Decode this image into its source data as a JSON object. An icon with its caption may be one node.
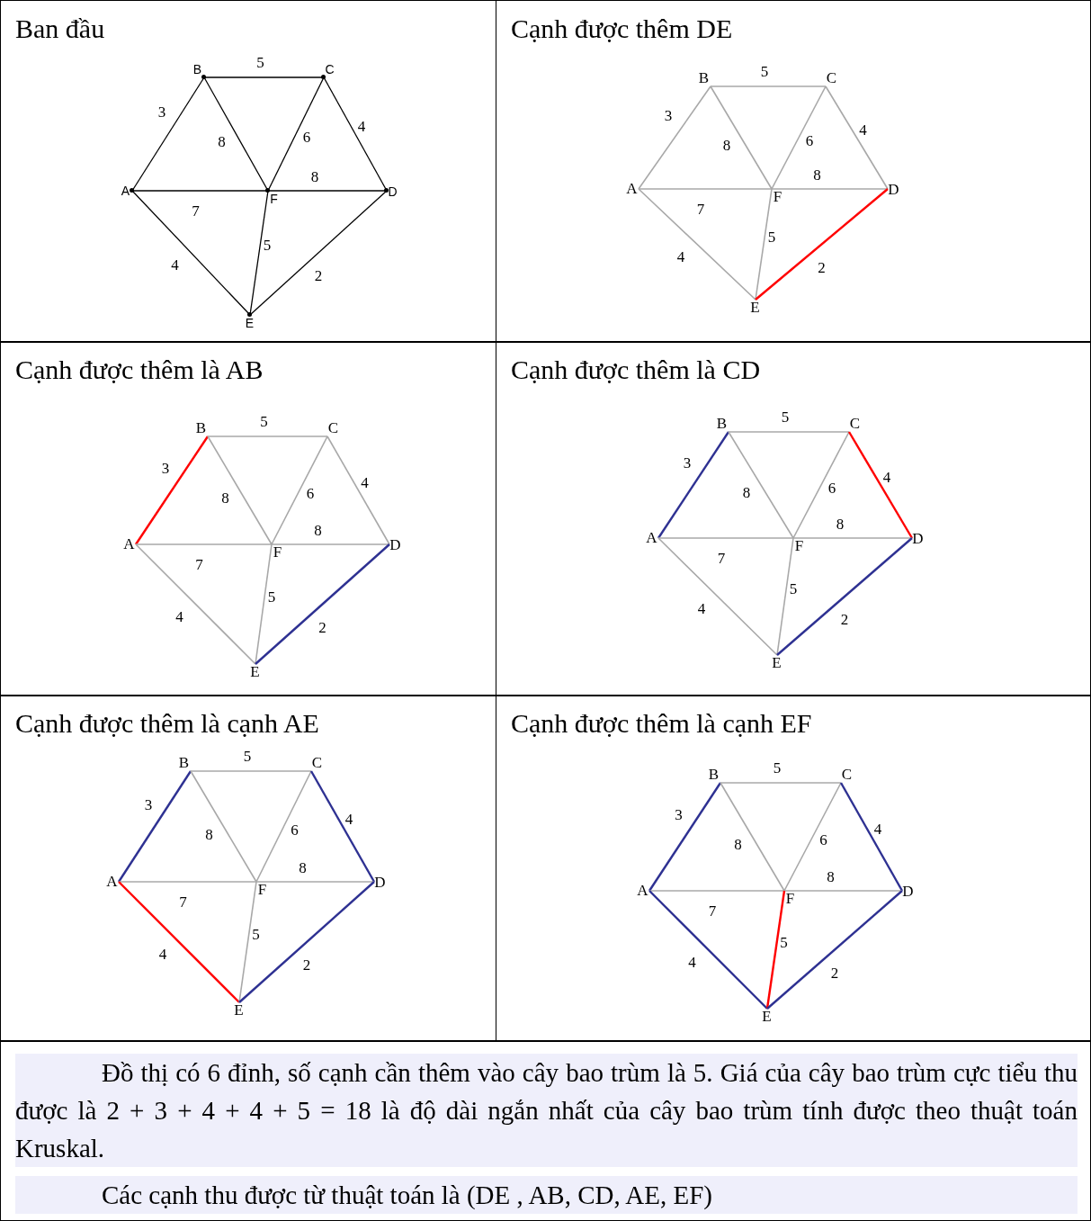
{
  "diagram": {
    "nodes": [
      {
        "text": [
          "Ban đầu"
        ]
      },
      {
        "text": [
          "B"
        ],
        "in": 0
      },
      {
        "text": [
          "C"
        ],
        "in": 0
      },
      {
        "text": [
          "A"
        ],
        "in": 0
      },
      {
        "text": [
          "F"
        ],
        "in": 0
      },
      {
        "text": [
          "D"
        ],
        "in": 0
      },
      {
        "text": [
          "E"
        ],
        "in": 0
      },
      {
        "text": [
          "Cạnh được thêm DE"
        ]
      },
      {
        "text": [
          "B"
        ],
        "in": 7
      },
      {
        "text": [
          "C"
        ],
        "in": 7
      },
      {
        "text": [
          "A"
        ],
        "in": 7
      },
      {
        "text": [
          "F"
        ],
        "in": 7
      },
      {
        "text": [
          "D"
        ],
        "in": 7
      },
      {
        "text": [
          "E"
        ],
        "in": 7
      },
      {
        "text": [
          "Cạnh được thêm là AB"
        ]
      },
      {
        "text": [
          "B"
        ],
        "in": 14
      },
      {
        "text": [
          "C"
        ],
        "in": 14
      },
      {
        "text": [
          "A"
        ],
        "in": 14
      },
      {
        "text": [
          "F"
        ],
        "in": 14
      },
      {
        "text": [
          "D"
        ],
        "in": 14
      },
      {
        "text": [
          "E"
        ],
        "in": 14
      },
      {
        "text": [
          "Cạnh được thêm là CD"
        ]
      },
      {
        "text": [
          "B"
        ],
        "in": 21
      },
      {
        "text": [
          "C"
        ],
        "in": 21
      },
      {
        "text": [
          "A"
        ],
        "in": 21
      },
      {
        "text": [
          "F"
        ],
        "in": 21
      },
      {
        "text": [
          "D"
        ],
        "in": 21
      },
      {
        "text": [
          "E"
        ],
        "in": 21
      },
      {
        "text": [
          "Cạnh được thêm là cạnh AE"
        ]
      },
      {
        "text": [
          "B"
        ],
        "in": 28
      },
      {
        "text": [
          "C"
        ],
        "in": 28
      },
      {
        "text": [
          "A"
        ],
        "in": 28
      },
      {
        "text": [
          "F"
        ],
        "in": 28
      },
      {
        "text": [
          "D"
        ],
        "in": 28
      },
      {
        "text": [
          "E"
        ],
        "in": 28
      },
      {
        "text": [
          "Cạnh được thêm là cạnh EF"
        ]
      },
      {
        "text": [
          "B"
        ],
        "in": 35
      },
      {
        "text": [
          "C"
        ],
        "in": 35
      },
      {
        "text": [
          "A"
        ],
        "in": 35
      },
      {
        "text": [
          "F"
        ],
        "in": 35
      },
      {
        "text": [
          "D"
        ],
        "in": 35
      },
      {
        "text": [
          "E"
        ],
        "in": 35
      }
    ],
    "edges": [
      {
        "from": 3,
        "to": 1,
        "arrow": "none",
        "label": "3",
        "color": "#000000"
      },
      {
        "from": 1,
        "to": 2,
        "arrow": "none",
        "label": "5",
        "color": "#000000"
      },
      {
        "from": 1,
        "to": 4,
        "arrow": "none",
        "label": "8",
        "color": "#000000"
      },
      {
        "from": 2,
        "to": 4,
        "arrow": "none",
        "label": "6",
        "color": "#000000"
      },
      {
        "from": 2,
        "to": 5,
        "arrow": "none",
        "label": "4",
        "color": "#000000"
      },
      {
        "from": 3,
        "to": 4,
        "arrow": "none",
        "label": "7",
        "color": "#000000"
      },
      {
        "from": 4,
        "to": 5,
        "arrow": "none",
        "label": "8",
        "color": "#000000"
      },
      {
        "from": 3,
        "to": 6,
        "arrow": "none",
        "label": "4",
        "color": "#000000"
      },
      {
        "from": 4,
        "to": 6,
        "arrow": "none",
        "label": "5",
        "color": "#000000"
      },
      {
        "from": 6,
        "to": 5,
        "arrow": "none",
        "label": "2",
        "color": "#000000"
      },
      {
        "from": 10,
        "to": 8,
        "arrow": "none",
        "label": "3"
      },
      {
        "from": 8,
        "to": 9,
        "arrow": "none",
        "label": "5"
      },
      {
        "from": 8,
        "to": 11,
        "arrow": "none",
        "label": "8"
      },
      {
        "from": 9,
        "to": 11,
        "arrow": "none",
        "label": "6"
      },
      {
        "from": 9,
        "to": 12,
        "arrow": "none",
        "label": "4"
      },
      {
        "from": 10,
        "to": 11,
        "arrow": "none",
        "label": "7"
      },
      {
        "from": 11,
        "to": 12,
        "arrow": "none",
        "label": "8"
      },
      {
        "from": 10,
        "to": 13,
        "arrow": "none",
        "label": "4"
      },
      {
        "from": 11,
        "to": 13,
        "arrow": "none",
        "label": "5"
      },
      {
        "from": 13,
        "to": 12,
        "arrow": "none",
        "label": "2",
        "color": "#ff0000"
      },
      {
        "from": 17,
        "to": 15,
        "arrow": "none",
        "label": "3",
        "color": "#ff0000"
      },
      {
        "from": 15,
        "to": 16,
        "arrow": "none",
        "label": "5"
      },
      {
        "from": 15,
        "to": 18,
        "arrow": "none",
        "label": "8"
      },
      {
        "from": 16,
        "to": 18,
        "arrow": "none",
        "label": "6"
      },
      {
        "from": 16,
        "to": 19,
        "arrow": "none",
        "label": "4"
      },
      {
        "from": 17,
        "to": 18,
        "arrow": "none",
        "label": "7"
      },
      {
        "from": 18,
        "to": 19,
        "arrow": "none",
        "label": "8"
      },
      {
        "from": 17,
        "to": 20,
        "arrow": "none",
        "label": "4"
      },
      {
        "from": 18,
        "to": 20,
        "arrow": "none",
        "label": "5"
      },
      {
        "from": 20,
        "to": 19,
        "arrow": "none",
        "label": "2",
        "color": "#2e3192"
      },
      {
        "from": 24,
        "to": 22,
        "arrow": "none",
        "label": "3",
        "color": "#2e3192"
      },
      {
        "from": 22,
        "to": 23,
        "arrow": "none",
        "label": "5"
      },
      {
        "from": 22,
        "to": 25,
        "arrow": "none",
        "label": "8"
      },
      {
        "from": 23,
        "to": 25,
        "arrow": "none",
        "label": "6"
      },
      {
        "from": 23,
        "to": 26,
        "arrow": "none",
        "label": "4",
        "color": "#ff0000"
      },
      {
        "from": 24,
        "to": 25,
        "arrow": "none",
        "label": "7"
      },
      {
        "from": 25,
        "to": 26,
        "arrow": "none",
        "label": "8"
      },
      {
        "from": 24,
        "to": 27,
        "arrow": "none",
        "label": "4"
      },
      {
        "from": 25,
        "to": 27,
        "arrow": "none",
        "label": "5"
      },
      {
        "from": 27,
        "to": 26,
        "arrow": "none",
        "label": "2",
        "color": "#2e3192"
      },
      {
        "from": 31,
        "to": 29,
        "arrow": "none",
        "label": "3",
        "color": "#2e3192"
      },
      {
        "from": 29,
        "to": 30,
        "arrow": "none",
        "label": "5"
      },
      {
        "from": 29,
        "to": 32,
        "arrow": "none",
        "label": "8"
      },
      {
        "from": 30,
        "to": 32,
        "arrow": "none",
        "label": "6"
      },
      {
        "from": 30,
        "to": 33,
        "arrow": "none",
        "label": "4",
        "color": "#2e3192"
      },
      {
        "from": 31,
        "to": 32,
        "arrow": "none",
        "label": "7"
      },
      {
        "from": 32,
        "to": 33,
        "arrow": "none",
        "label": "8"
      },
      {
        "from": 31,
        "to": 34,
        "arrow": "none",
        "label": "4",
        "color": "#ff0000"
      },
      {
        "from": 32,
        "to": 34,
        "arrow": "none",
        "label": "5"
      },
      {
        "from": 34,
        "to": 33,
        "arrow": "none",
        "label": "2",
        "color": "#2e3192"
      },
      {
        "from": 38,
        "to": 36,
        "arrow": "none",
        "label": "3",
        "color": "#2e3192"
      },
      {
        "from": 36,
        "to": 37,
        "arrow": "none",
        "label": "5"
      },
      {
        "from": 36,
        "to": 39,
        "arrow": "none",
        "label": "8"
      },
      {
        "from": 37,
        "to": 39,
        "arrow": "none",
        "label": "6"
      },
      {
        "from": 37,
        "to": 40,
        "arrow": "none",
        "label": "4",
        "color": "#2e3192"
      },
      {
        "from": 38,
        "to": 39,
        "arrow": "none",
        "label": "7"
      },
      {
        "from": 39,
        "to": 40,
        "arrow": "none",
        "label": "8"
      },
      {
        "from": 38,
        "to": 41,
        "arrow": "none",
        "label": "4",
        "color": "#2e3192"
      },
      {
        "from": 39,
        "to": 41,
        "arrow": "none",
        "label": "5",
        "color": "#ff0000"
      },
      {
        "from": 41,
        "to": 40,
        "arrow": "none",
        "label": "2",
        "color": "#2e3192"
      }
    ],
    "labels": [
      "Đồ thị có 6 đỉnh, số cạnh cần thêm vào cây bao trùm là 5. Giá của cây bao trùm cực tiểu thu được là 2 + 3 + 4 + 4 + 5 = 18 là độ dài ngắn nhất của cây bao trùm tính được theo thuật toán Kruskal.",
      "Các cạnh thu được từ thuật toán là (DE , AB, CD, AE, EF)"
    ]
  }
}
